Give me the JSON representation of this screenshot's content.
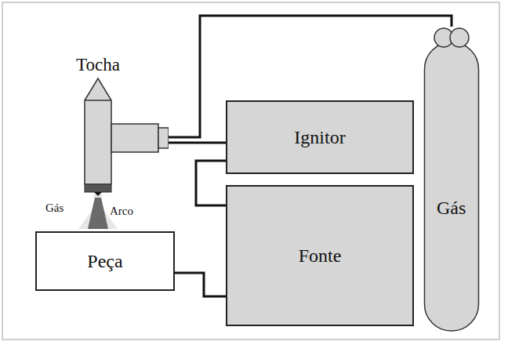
{
  "diagram": {
    "nodes": [
      {
        "text": [
          "Tocha"
        ]
      },
      {
        "text": [
          "Ignitor"
        ]
      },
      {
        "text": [
          "Fonte"
        ]
      },
      {
        "text": [
          "Gás"
        ]
      },
      {
        "text": [
          "Peça"
        ]
      }
    ],
    "edges": [
      {
        "from": 0,
        "to": 3,
        "arrow": "none"
      },
      {
        "from": 0,
        "to": 1,
        "arrow": "none"
      },
      {
        "from": 1,
        "to": 2,
        "arrow": "none"
      },
      {
        "from": 2,
        "to": 4,
        "arrow": "none"
      }
    ],
    "labels": [
      "Gás",
      "Arco"
    ]
  }
}
